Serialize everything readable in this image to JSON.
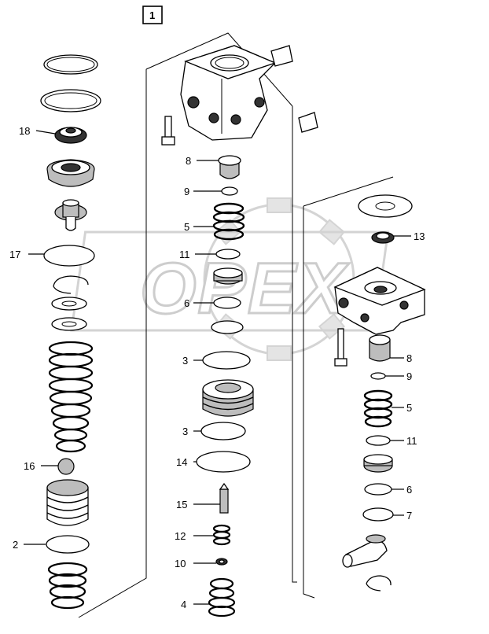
{
  "diagram": {
    "group_box_label": "1",
    "watermark": "OPEX",
    "callouts": [
      {
        "id": "lbl-18",
        "text": "18"
      },
      {
        "id": "lbl-17",
        "text": "17"
      },
      {
        "id": "lbl-16",
        "text": "16"
      },
      {
        "id": "lbl-2",
        "text": "2"
      },
      {
        "id": "lbl-8a",
        "text": "8"
      },
      {
        "id": "lbl-9a",
        "text": "9"
      },
      {
        "id": "lbl-5a",
        "text": "5"
      },
      {
        "id": "lbl-11a",
        "text": "11"
      },
      {
        "id": "lbl-6a",
        "text": "6"
      },
      {
        "id": "lbl-3a",
        "text": "3"
      },
      {
        "id": "lbl-3b",
        "text": "3"
      },
      {
        "id": "lbl-14",
        "text": "14"
      },
      {
        "id": "lbl-15",
        "text": "15"
      },
      {
        "id": "lbl-12",
        "text": "12"
      },
      {
        "id": "lbl-10",
        "text": "10"
      },
      {
        "id": "lbl-4",
        "text": "4"
      },
      {
        "id": "lbl-13",
        "text": "13"
      },
      {
        "id": "lbl-8b",
        "text": "8"
      },
      {
        "id": "lbl-9b",
        "text": "9"
      },
      {
        "id": "lbl-5b",
        "text": "5"
      },
      {
        "id": "lbl-11b",
        "text": "11"
      },
      {
        "id": "lbl-6b",
        "text": "6"
      },
      {
        "id": "lbl-7",
        "text": "7"
      }
    ]
  }
}
